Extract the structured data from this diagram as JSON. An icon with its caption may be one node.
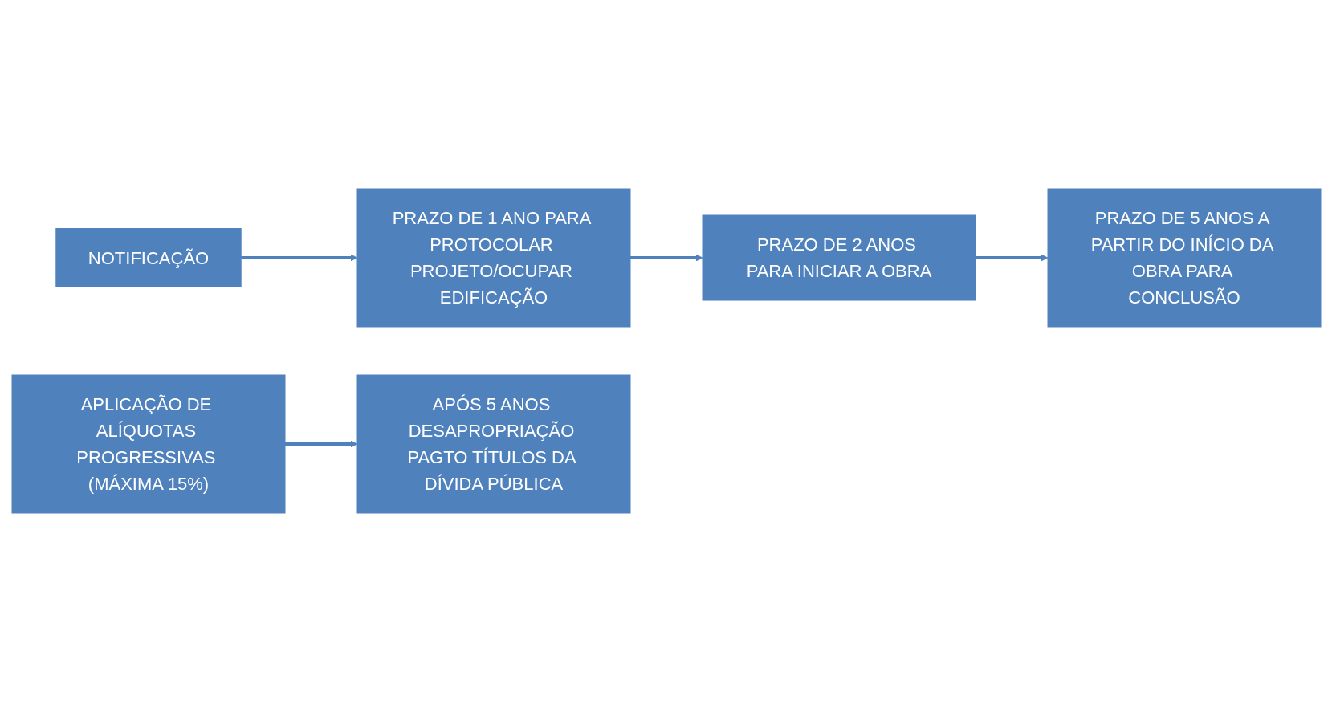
{
  "diagram": {
    "nodes": [
      {
        "text": [
          "NOTIFICAÇÃO"
        ]
      },
      {
        "text": [
          "PRAZO DE 1 ANO PARA PROTOCOLAR PROJETO/OCUPAR EDIFICAÇÃO"
        ]
      },
      {
        "text": [
          "PRAZO DE 2 ANOS PARA INICIAR A OBRA"
        ]
      },
      {
        "text": [
          "PRAZO DE 5 ANOS A PARTIR DO INÍCIO DA OBRA PARA CONCLUSÃO"
        ]
      },
      {
        "text": [
          "APLICAÇÃO DE ALÍQUOTAS PROGRESSIVAS (MÁXIMA 15%)"
        ]
      },
      {
        "text": [
          "APÓS 5 ANOS DESAPROPRIAÇÃO PAGTO TÍTULOS DA DÍVIDA PÚBLICA"
        ]
      }
    ],
    "edges": [
      {
        "from": 0,
        "to": 1,
        "arrow": "to"
      },
      {
        "from": 1,
        "to": 2,
        "arrow": "to"
      },
      {
        "from": 2,
        "to": 3,
        "arrow": "to"
      },
      {
        "from": 4,
        "to": 5,
        "arrow": "to"
      }
    ]
  }
}
